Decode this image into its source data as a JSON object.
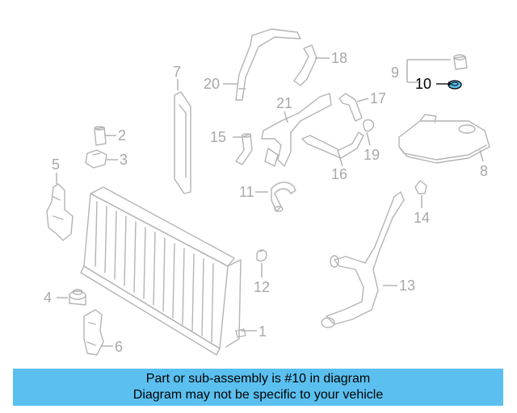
{
  "diagram": {
    "highlight_color": "#5bc0f0",
    "callouts": [
      {
        "id": "1",
        "text": "1"
      },
      {
        "id": "2",
        "text": "2"
      },
      {
        "id": "3",
        "text": "3"
      },
      {
        "id": "4",
        "text": "4"
      },
      {
        "id": "5",
        "text": "5"
      },
      {
        "id": "6",
        "text": "6"
      },
      {
        "id": "7",
        "text": "7"
      },
      {
        "id": "8",
        "text": "8"
      },
      {
        "id": "9",
        "text": "9"
      },
      {
        "id": "10",
        "text": "10"
      },
      {
        "id": "11",
        "text": "11"
      },
      {
        "id": "12",
        "text": "12"
      },
      {
        "id": "13",
        "text": "13"
      },
      {
        "id": "14",
        "text": "14"
      },
      {
        "id": "15",
        "text": "15"
      },
      {
        "id": "16",
        "text": "16"
      },
      {
        "id": "17",
        "text": "17"
      },
      {
        "id": "18",
        "text": "18"
      },
      {
        "id": "19",
        "text": "19"
      },
      {
        "id": "20",
        "text": "20"
      },
      {
        "id": "21",
        "text": "21"
      }
    ]
  },
  "banner": {
    "line1": "Part or sub-assembly is #10 in diagram",
    "line2": "Diagram may not be specific to your vehicle"
  }
}
